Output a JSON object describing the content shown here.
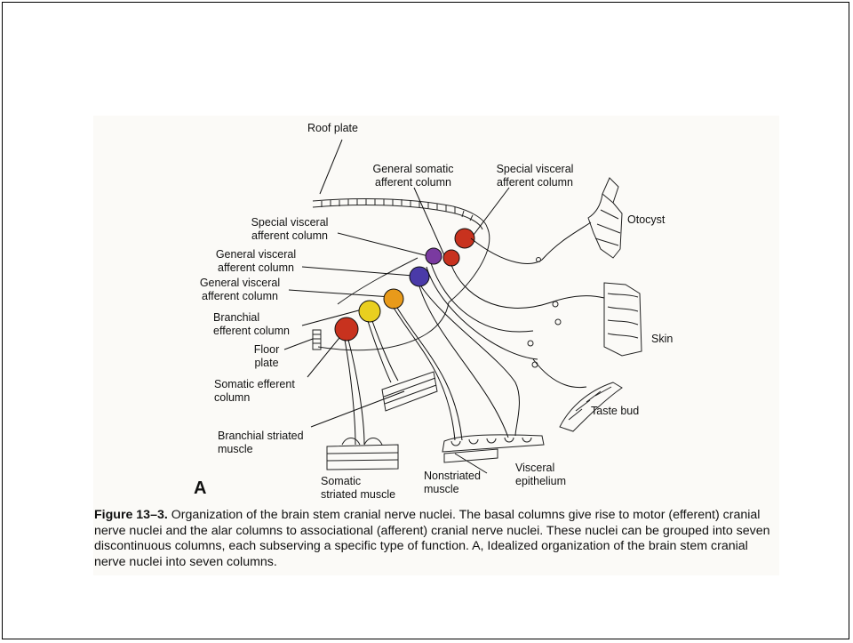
{
  "figure": {
    "panel_letter": "A",
    "labels": {
      "roof_plate": "Roof plate",
      "gsa_top_1": "General somatic",
      "gsa_top_2": "afferent column",
      "sva_top_1": "Special visceral",
      "sva_top_2": "afferent column",
      "otocyst": "Otocyst",
      "sva_left_1": "Special visceral",
      "sva_left_2": "afferent column",
      "gva_1_1": "General visceral",
      "gva_1_2": "afferent column",
      "gve_1": "General visceral",
      "gve_2": "afferent column",
      "be_1": "Branchial",
      "be_2": "efferent column",
      "floor_1": "Floor",
      "floor_2": "plate",
      "skin": "Skin",
      "se_1": "Somatic efferent",
      "se_2": "column",
      "taste_bud": "Taste bud",
      "bsm_1": "Branchial striated",
      "bsm_2": "muscle",
      "ssm_1": "Somatic",
      "ssm_2": "striated muscle",
      "ns_1": "Nonstriated",
      "ns_2": "muscle",
      "ve_1": "Visceral",
      "ve_2": "epithelium"
    },
    "colors": {
      "red": "#c8321e",
      "orange": "#e89a1a",
      "yellow": "#e9cf1f",
      "blue": "#4a3aa8",
      "purple": "#7a3aa0"
    }
  },
  "caption": {
    "head": "Figure 13–3.",
    "text": " Organization of the brain stem cranial nerve nuclei. The basal columns give rise to motor (efferent) cranial nerve nuclei and the alar columns to associational (afferent) cranial nerve nuclei. These nuclei can be grouped into seven discontinuous columns, each subserving a specific type of function. A, Idealized organization of the brain stem cranial nerve nuclei into seven columns."
  }
}
